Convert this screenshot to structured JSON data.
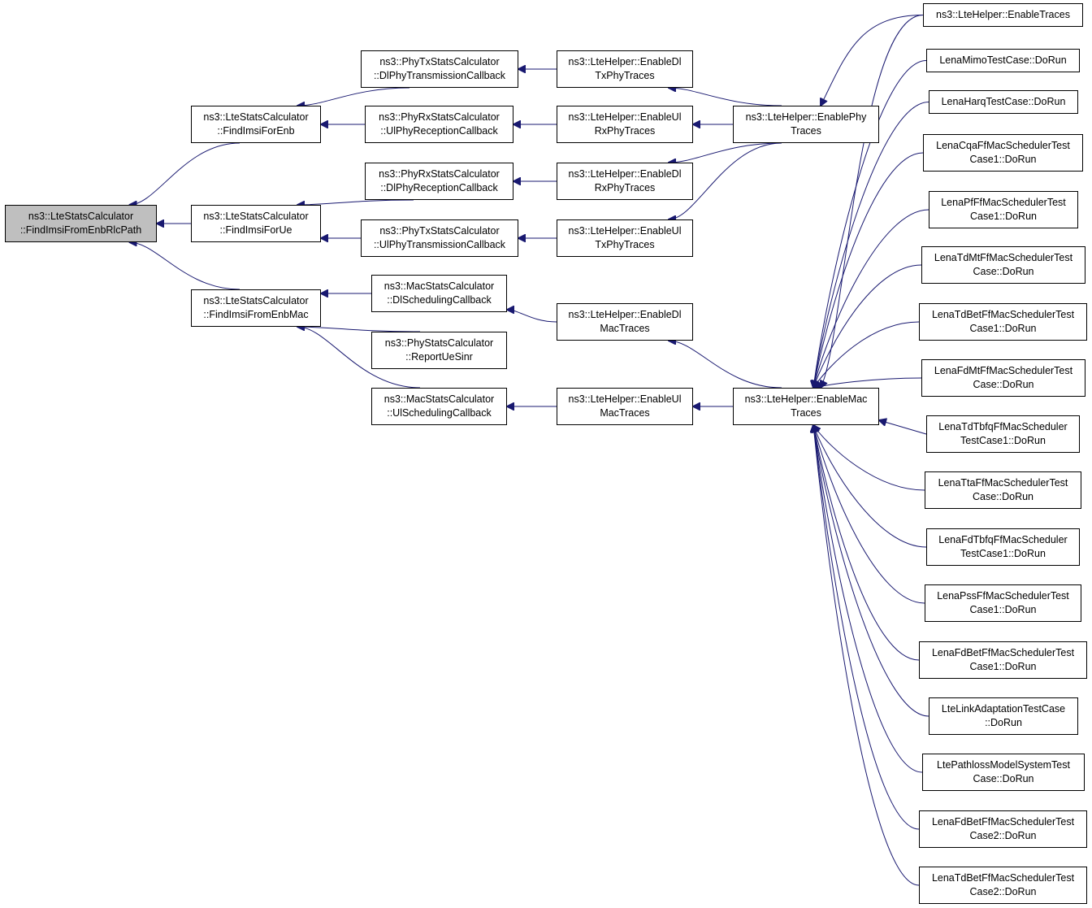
{
  "colors": {
    "edge": "#191970",
    "root_fill": "#bfbfbf",
    "node_fill": "#ffffff",
    "border": "#000000"
  },
  "nodes": {
    "root": [
      "ns3::LteStatsCalculator",
      "::FindImsiFromEnbRlcPath"
    ],
    "findEnb": [
      "ns3::LteStatsCalculator",
      "::FindImsiForEnb"
    ],
    "findUe": [
      "ns3::LteStatsCalculator",
      "::FindImsiForUe"
    ],
    "findEnbMac": [
      "ns3::LteStatsCalculator",
      "::FindImsiFromEnbMac"
    ],
    "txDlCb": [
      "ns3::PhyTxStatsCalculator",
      "::DlPhyTransmissionCallback"
    ],
    "rxUlCb": [
      "ns3::PhyRxStatsCalculator",
      "::UlPhyReceptionCallback"
    ],
    "rxDlCb": [
      "ns3::PhyRxStatsCalculator",
      "::DlPhyReceptionCallback"
    ],
    "txUlCb": [
      "ns3::PhyTxStatsCalculator",
      "::UlPhyTransmissionCallback"
    ],
    "macDlCb": [
      "ns3::MacStatsCalculator",
      "::DlSchedulingCallback"
    ],
    "phySinr": [
      "ns3::PhyStatsCalculator",
      "::ReportUeSinr"
    ],
    "macUlCb": [
      "ns3::MacStatsCalculator",
      "::UlSchedulingCallback"
    ],
    "enDlTxPhy": [
      "ns3::LteHelper::EnableDl",
      "TxPhyTraces"
    ],
    "enUlRxPhy": [
      "ns3::LteHelper::EnableUl",
      "RxPhyTraces"
    ],
    "enDlRxPhy": [
      "ns3::LteHelper::EnableDl",
      "RxPhyTraces"
    ],
    "enUlTxPhy": [
      "ns3::LteHelper::EnableUl",
      "TxPhyTraces"
    ],
    "enDlMac": [
      "ns3::LteHelper::EnableDl",
      "MacTraces"
    ],
    "enUlMac": [
      "ns3::LteHelper::EnableUl",
      "MacTraces"
    ],
    "enPhy": [
      "ns3::LteHelper::EnablePhy",
      "Traces"
    ],
    "enMac": [
      "ns3::LteHelper::EnableMac",
      "Traces"
    ],
    "enTraces": [
      "ns3::LteHelper::EnableTraces"
    ],
    "mimo": [
      "LenaMimoTestCase::DoRun"
    ],
    "harq": [
      "LenaHarqTestCase::DoRun"
    ],
    "cqa": [
      "LenaCqaFfMacSchedulerTest",
      "Case1::DoRun"
    ],
    "pf": [
      "LenaPfFfMacSchedulerTest",
      "Case1::DoRun"
    ],
    "tdmt": [
      "LenaTdMtFfMacSchedulerTest",
      "Case::DoRun"
    ],
    "tdbet1": [
      "LenaTdBetFfMacSchedulerTest",
      "Case1::DoRun"
    ],
    "fdmt": [
      "LenaFdMtFfMacSchedulerTest",
      "Case::DoRun"
    ],
    "tdtbfq": [
      "LenaTdTbfqFfMacScheduler",
      "TestCase1::DoRun"
    ],
    "tta": [
      "LenaTtaFfMacSchedulerTest",
      "Case::DoRun"
    ],
    "fdtbfq": [
      "LenaFdTbfqFfMacScheduler",
      "TestCase1::DoRun"
    ],
    "pss": [
      "LenaPssFfMacSchedulerTest",
      "Case1::DoRun"
    ],
    "fdbet1": [
      "LenaFdBetFfMacSchedulerTest",
      "Case1::DoRun"
    ],
    "linkadapt": [
      "LteLinkAdaptationTestCase",
      "::DoRun"
    ],
    "pathloss": [
      "LtePathlossModelSystemTest",
      "Case::DoRun"
    ],
    "fdbet2": [
      "LenaFdBetFfMacSchedulerTest",
      "Case2::DoRun"
    ],
    "tdbet2": [
      "LenaTdBetFfMacSchedulerTest",
      "Case2::DoRun"
    ]
  },
  "edges": [
    [
      "findEnb",
      "root"
    ],
    [
      "findUe",
      "root"
    ],
    [
      "findEnbMac",
      "root"
    ],
    [
      "txDlCb",
      "findEnb"
    ],
    [
      "rxUlCb",
      "findEnb"
    ],
    [
      "rxDlCb",
      "findUe"
    ],
    [
      "txUlCb",
      "findUe"
    ],
    [
      "macDlCb",
      "findEnbMac"
    ],
    [
      "phySinr",
      "findEnbMac"
    ],
    [
      "macUlCb",
      "findEnbMac"
    ],
    [
      "enDlTxPhy",
      "txDlCb"
    ],
    [
      "enUlRxPhy",
      "rxUlCb"
    ],
    [
      "enDlRxPhy",
      "rxDlCb"
    ],
    [
      "enUlTxPhy",
      "txUlCb"
    ],
    [
      "enDlMac",
      "macDlCb"
    ],
    [
      "enUlMac",
      "macUlCb"
    ],
    [
      "enPhy",
      "enDlTxPhy"
    ],
    [
      "enPhy",
      "enUlRxPhy"
    ],
    [
      "enPhy",
      "enDlRxPhy"
    ],
    [
      "enPhy",
      "enUlTxPhy"
    ],
    [
      "enMac",
      "enDlMac"
    ],
    [
      "enMac",
      "enUlMac"
    ],
    [
      "enTraces",
      "enPhy"
    ],
    [
      "enTraces",
      "enMac"
    ],
    [
      "mimo",
      "enMac"
    ],
    [
      "harq",
      "enMac"
    ],
    [
      "cqa",
      "enMac"
    ],
    [
      "pf",
      "enMac"
    ],
    [
      "tdmt",
      "enMac"
    ],
    [
      "tdbet1",
      "enMac"
    ],
    [
      "fdmt",
      "enMac"
    ],
    [
      "tdtbfq",
      "enMac"
    ],
    [
      "tta",
      "enMac"
    ],
    [
      "fdtbfq",
      "enMac"
    ],
    [
      "pss",
      "enMac"
    ],
    [
      "fdbet1",
      "enMac"
    ],
    [
      "linkadapt",
      "enMac"
    ],
    [
      "pathloss",
      "enMac"
    ],
    [
      "fdbet2",
      "enMac"
    ],
    [
      "tdbet2",
      "enMac"
    ]
  ]
}
